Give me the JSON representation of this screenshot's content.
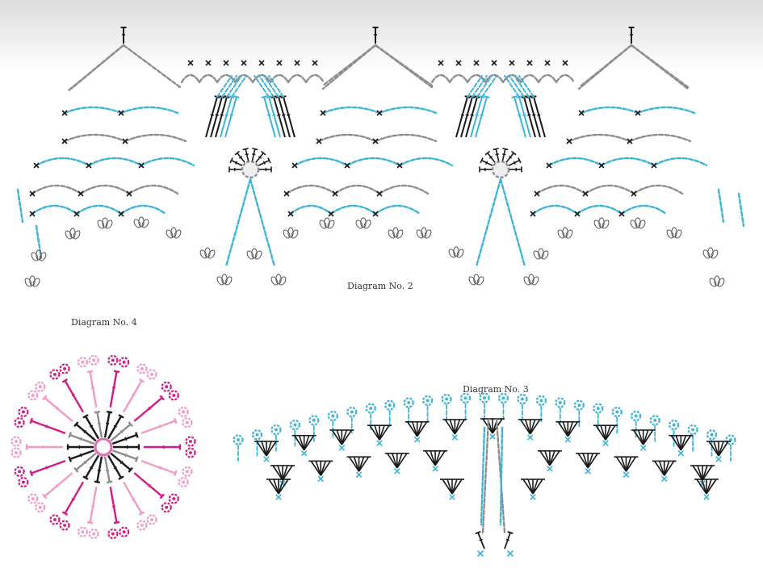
{
  "diagrams": {
    "d2": {
      "label": "Diagram No. 2"
    },
    "d3": {
      "label": "Diagram No. 3"
    },
    "d4": {
      "label": "Diagram No. 4"
    }
  },
  "colors": {
    "blue": "#3bb4d8",
    "gray": "#8d8d8d",
    "black": "#1a1a1a",
    "pink": "#e86aae",
    "magenta": "#d11c83",
    "light_pink": "#f29ac7"
  },
  "icons": {
    "x_stitch": "x-stitch-icon",
    "dc_stitch": "double-crochet-icon",
    "chain": "chain-loop-icon",
    "picot": "picot-icon",
    "leaf": "leaf-cluster-icon",
    "ring": "magic-ring-icon"
  }
}
